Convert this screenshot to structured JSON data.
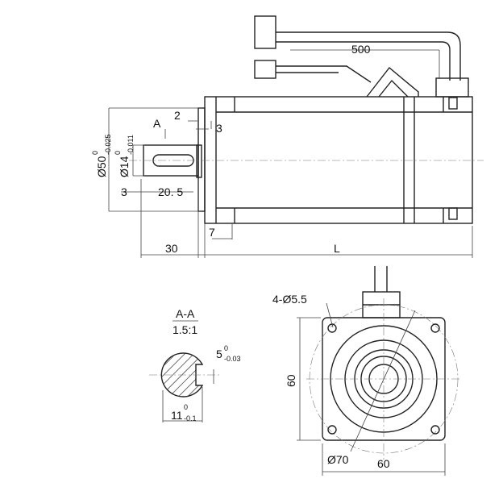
{
  "side_view": {
    "cable_length": "500",
    "section_mark": "A",
    "dim_2": "2",
    "dim_3_top": "3",
    "flange_dia": "Ø50",
    "flange_tol_upper": "0",
    "flange_tol_lower": "-0.025",
    "shaft_dia": "Ø14",
    "shaft_tol_upper": "0",
    "shaft_tol_lower": "-0.011",
    "dim_3_left": "3",
    "key_length": "20. 5",
    "dim_7": "7",
    "shaft_length": "30",
    "body_length": "L"
  },
  "section": {
    "title": "A-A",
    "scale": "1.5:1",
    "key_width": "5",
    "key_tol_upper": "0",
    "key_tol_lower": "-0.03",
    "flat_dim": "11",
    "flat_tol_upper": "0",
    "flat_tol_lower": "-0.1"
  },
  "front_view": {
    "holes": "4-Ø5.5",
    "height": "60",
    "pcd": "Ø70",
    "width": "60"
  }
}
